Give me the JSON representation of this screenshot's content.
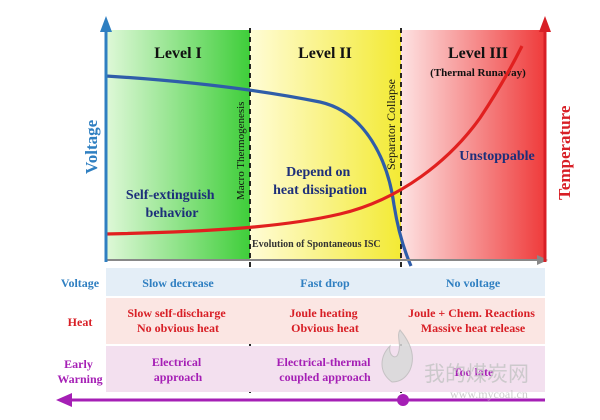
{
  "levels": [
    {
      "title": "Level I",
      "subtitle": "",
      "note": "Self-extinguish behavior",
      "note_lines": [
        "Self-extinguish",
        "behavior"
      ]
    },
    {
      "title": "Level II",
      "subtitle": "",
      "note": "Depend on heat dissipation",
      "note_lines": [
        "Depend on",
        "heat dissipation"
      ]
    },
    {
      "title": "Level III",
      "subtitle": "(Thermal Runaway)",
      "note": "Unstoppable",
      "note_lines": [
        "Unstoppable"
      ]
    }
  ],
  "axes": {
    "left_label": "Voltage",
    "right_label": "Temperature",
    "x_caption": "Evolution of Spontaneous ISC"
  },
  "markers": {
    "macro": "Macro Thermogenesis",
    "separator": "Separator Collapse"
  },
  "table": {
    "rows": [
      {
        "label": "Voltage",
        "label_color": "#2f7fc1",
        "cells": [
          [
            "Slow decrease"
          ],
          [
            "Fast drop"
          ],
          [
            "No voltage"
          ]
        ]
      },
      {
        "label": "Heat",
        "label_color": "#d81f26",
        "cells": [
          [
            "Slow self-discharge",
            "No obvious heat"
          ],
          [
            "Joule heating",
            "Obvious heat"
          ],
          [
            "Joule + Chem. Reactions",
            "Massive heat release"
          ]
        ]
      },
      {
        "label_lines": [
          "Early",
          "Warning"
        ],
        "label_color": "#a51fb5",
        "cells": [
          [
            "Electrical",
            "approach"
          ],
          [
            "Electrical-thermal",
            "coupled approach"
          ],
          [
            "Too late"
          ]
        ]
      }
    ]
  },
  "watermark": {
    "cn": "我的煤炭网",
    "url": "www.mycoal.cn"
  },
  "colors": {
    "voltage": "#2f7fc1",
    "heat": "#d81f26",
    "warning": "#a51fb5",
    "voltage_curve": "#2f5da9",
    "temp_curve": "#e1201f",
    "level1": "#3fce3a",
    "level2": "#f6ef3a",
    "level3": "#f03a3a"
  }
}
